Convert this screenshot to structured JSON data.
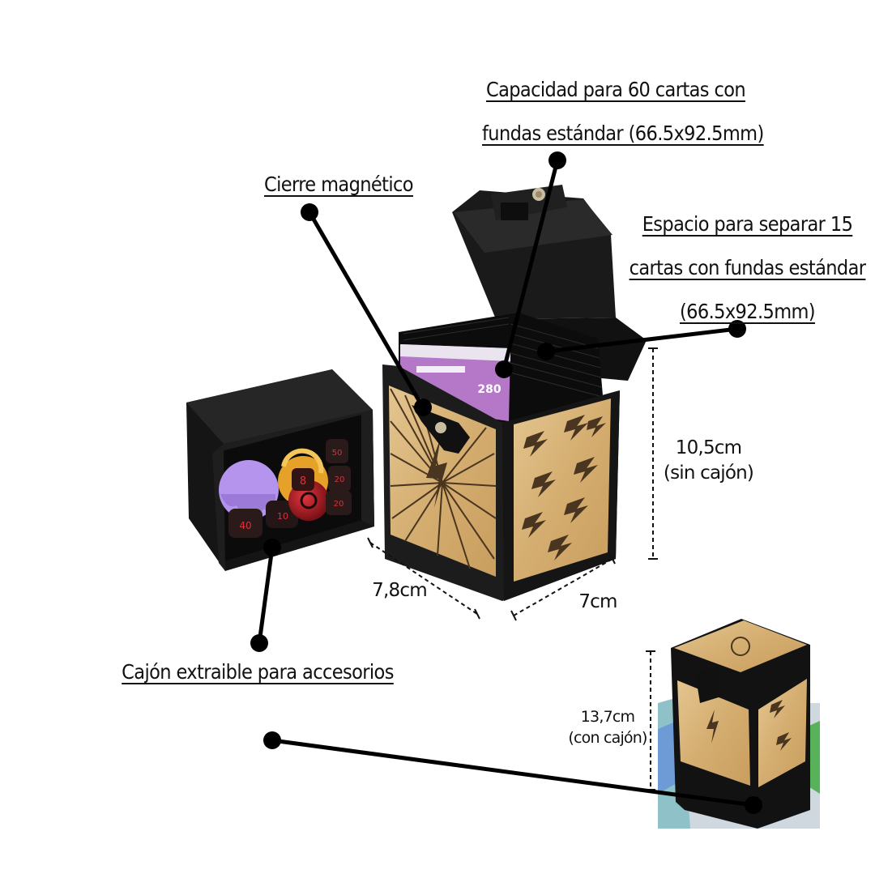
{
  "labels": {
    "capacity_line1": "Capacidad para 60 cartas con",
    "capacity_line2": "fundas estándar (66.5x92.5mm)",
    "magnetic": "Cierre magnético",
    "space_line1": "Espacio para separar 15",
    "space_line2": "cartas con fundas estándar",
    "space_line3": "(66.5x92.5mm)",
    "drawer": "Cajón extraible para accesorios"
  },
  "dimensions": {
    "height_value": "10,5cm",
    "height_note": "(sin cajón)",
    "depth": "7,8cm",
    "width": "7cm",
    "full_height_value": "13,7cm",
    "full_height_note": "(con cajón)"
  },
  "product_text": {
    "card_hp": "280",
    "dice_numbers": [
      "40",
      "10",
      "20",
      "50",
      "20",
      "8"
    ]
  },
  "colors": {
    "box": "#1b1b1b",
    "panel": "#d8b57a",
    "pattern": "#4a3520",
    "purple_token": "#b594ee",
    "gold_token": "#e6a228",
    "dice": "#2a1a1a",
    "dice_numbers": "#d8333a",
    "card_purple": "#b577c8"
  }
}
